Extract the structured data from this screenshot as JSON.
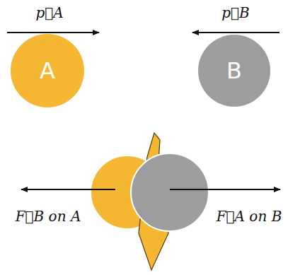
{
  "diagram": {
    "nodes": [
      {
        "text": [
          "A"
        ]
      },
      {
        "text": [
          "B"
        ]
      }
    ],
    "labels": [
      "p⃗A",
      "p⃗B",
      "F⃗B on A",
      "F⃗A on B"
    ]
  }
}
